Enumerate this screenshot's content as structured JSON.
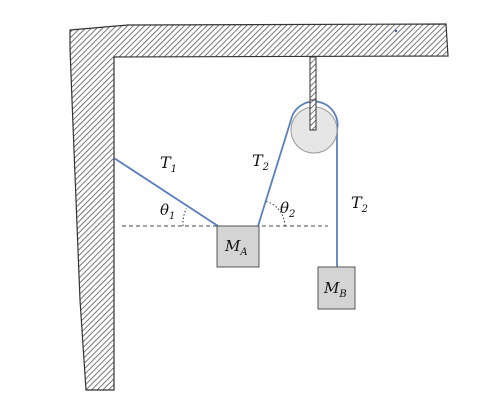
{
  "colors": {
    "rope": "#5b7fc0",
    "wall_stroke": "#333333",
    "hatch": "#555555",
    "pulley_fill": "#e6e6e6",
    "block_fill": "#d4d4d4",
    "dash": "#444444"
  },
  "labels": {
    "tension_left": {
      "main": "T",
      "sub": "1"
    },
    "tension_middle": {
      "main": "T",
      "sub": "2"
    },
    "tension_right": {
      "main": "T",
      "sub": "2"
    },
    "angle_left": {
      "main": "θ",
      "sub": "1"
    },
    "angle_right": {
      "main": "θ",
      "sub": "2"
    },
    "mass_a": {
      "main": "M",
      "sub": "A"
    },
    "mass_b": {
      "main": "M",
      "sub": "B"
    }
  }
}
